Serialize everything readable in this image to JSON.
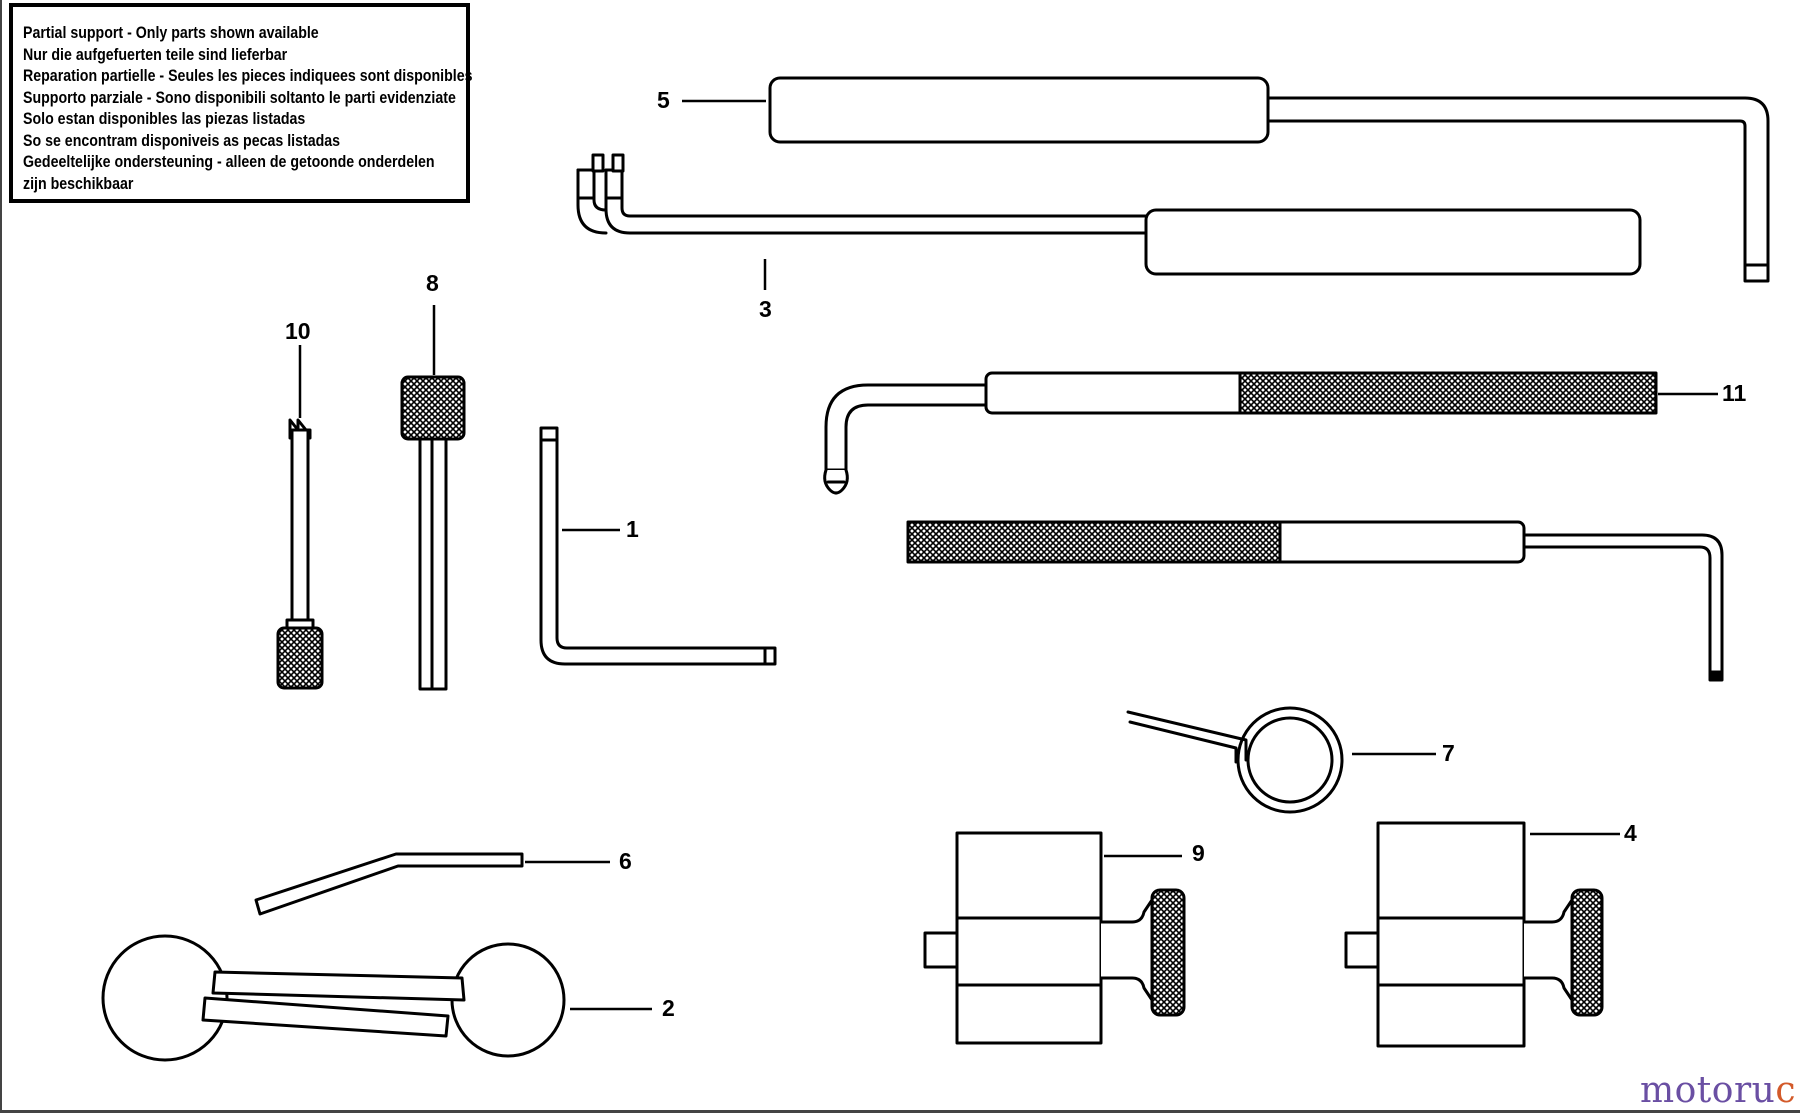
{
  "notice": {
    "lines": [
      "Partial support - Only parts shown available",
      "Nur die aufgefuerten teile sind lieferbar",
      "Reparation partielle - Seules les pieces indiquees sont disponibles",
      "Supporto parziale - Sono disponibili soltanto le parti evidenziate",
      "Solo estan disponibles las piezas listadas",
      "So se encontram disponiveis as pecas listadas",
      "Gedeeltelijke ondersteuning - alleen de getoonde onderdelen",
      "zijn beschikbaar"
    ]
  },
  "callouts": {
    "p1": "1",
    "p2": "2",
    "p3": "3",
    "p4": "4",
    "p5": "5",
    "p6": "6",
    "p7": "7",
    "p8": "8",
    "p9": "9",
    "p10": "10",
    "p11": "11"
  },
  "watermark": {
    "main": "motoru",
    "accent": "c"
  },
  "colors": {
    "ink": "#000000",
    "paper": "#ffffff",
    "watermark": "#6a4fa3",
    "watermark_accent": "#d35a2a"
  }
}
